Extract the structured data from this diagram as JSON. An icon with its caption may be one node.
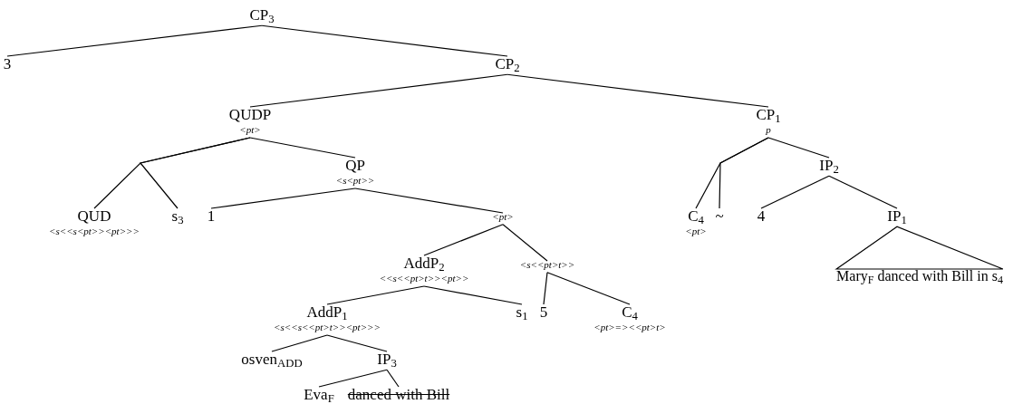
{
  "diagram": {
    "nodes": [
      {
        "text": [
          "CP$_{3}$"
        ]
      },
      {
        "text": [
          "3"
        ]
      },
      {
        "text": [
          "CP$_{2}$"
        ]
      },
      {
        "text": [
          "QUDP",
          "<pt>"
        ]
      },
      {
        "text": [
          "CP$_{1}$",
          "p"
        ]
      },
      {
        "text": [
          "QP",
          "<s<pt>>"
        ]
      },
      {
        "text": [
          "IP$_{2}$"
        ]
      },
      {
        "text": [
          "QUD",
          "<s<<s<pt>><pt>>>"
        ]
      },
      {
        "text": [
          "s$_{3}$"
        ]
      },
      {
        "text": [
          "1"
        ]
      },
      {
        "text": [
          "<pt>"
        ]
      },
      {
        "text": [
          "C$_{4}$",
          "<pt>"
        ]
      },
      {
        "text": [
          "~"
        ]
      },
      {
        "text": [
          "4"
        ]
      },
      {
        "text": [
          "IP$_{1}$"
        ]
      },
      {
        "text": [
          "AddP$_{2}$",
          "<<s<<pt>t>><pt>>"
        ]
      },
      {
        "text": [
          "<s<<pt>t>>"
        ]
      },
      {
        "text": [
          "Mary$_{F}$ danced with Bill in s$_{4}$"
        ]
      },
      {
        "text": [
          "AddP$_{1}$",
          "<s<<s<<pt>t>><pt>>>"
        ]
      },
      {
        "text": [
          "s$_{1}$"
        ]
      },
      {
        "text": [
          "5"
        ]
      },
      {
        "text": [
          "C$_{4}$",
          "<pt>=><<pt>t>"
        ]
      },
      {
        "text": [
          "osven$_{ADD}$"
        ]
      },
      {
        "text": [
          "IP$_{3}$"
        ]
      },
      {
        "text": [
          "Eva$_{F}$"
        ]
      },
      {
        "text": [
          "danced with Bill"
        ]
      }
    ],
    "edges": [
      {
        "from": 0,
        "to": 1,
        "arrow": "none"
      },
      {
        "from": 0,
        "to": 2,
        "arrow": "none"
      },
      {
        "from": 2,
        "to": 3,
        "arrow": "none"
      },
      {
        "from": 2,
        "to": 4,
        "arrow": "none"
      },
      {
        "from": 3,
        "to": 5,
        "arrow": "none"
      },
      {
        "from": 3,
        "to": 7,
        "arrow": "none"
      },
      {
        "from": 3,
        "to": 8,
        "arrow": "none"
      },
      {
        "from": 5,
        "to": 9,
        "arrow": "none"
      },
      {
        "from": 5,
        "to": 10,
        "arrow": "none"
      },
      {
        "from": 4,
        "to": 6,
        "arrow": "none"
      },
      {
        "from": 4,
        "to": 11,
        "arrow": "none"
      },
      {
        "from": 4,
        "to": 12,
        "arrow": "none"
      },
      {
        "from": 6,
        "to": 13,
        "arrow": "none"
      },
      {
        "from": 6,
        "to": 14,
        "arrow": "none"
      },
      {
        "from": 14,
        "to": 17,
        "arrow": "none"
      },
      {
        "from": 10,
        "to": 15,
        "arrow": "none"
      },
      {
        "from": 10,
        "to": 16,
        "arrow": "none"
      },
      {
        "from": 15,
        "to": 18,
        "arrow": "none"
      },
      {
        "from": 15,
        "to": 19,
        "arrow": "none"
      },
      {
        "from": 16,
        "to": 20,
        "arrow": "none"
      },
      {
        "from": 16,
        "to": 21,
        "arrow": "none"
      },
      {
        "from": 18,
        "to": 22,
        "arrow": "none"
      },
      {
        "from": 18,
        "to": 23,
        "arrow": "none"
      },
      {
        "from": 23,
        "to": 24,
        "arrow": "none"
      },
      {
        "from": 23,
        "to": 25,
        "arrow": "none"
      }
    ]
  }
}
